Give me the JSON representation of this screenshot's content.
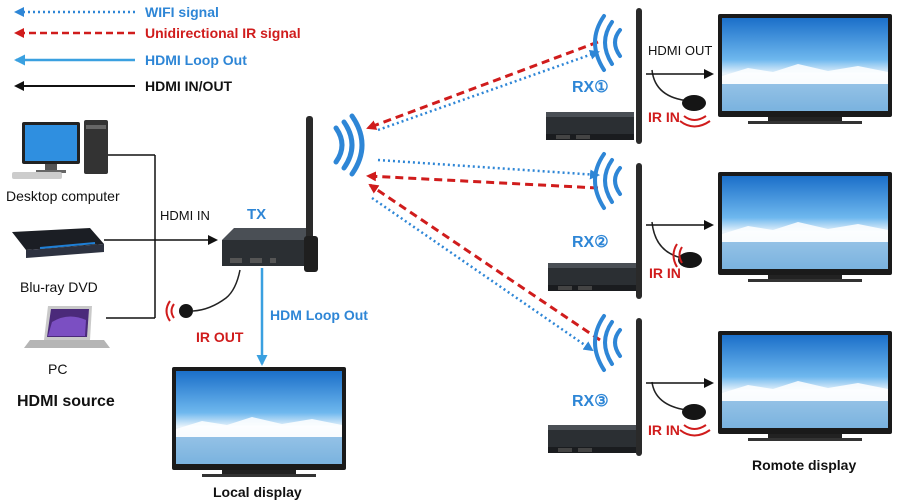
{
  "colors": {
    "wifi": "#2e86d6",
    "ir": "#d01c1c",
    "loop": "#3aa0e0",
    "hdmi": "#111111",
    "device_body": "#2b2f33",
    "screen_sky": "#2f8fe0"
  },
  "legend": {
    "wifi": "WIFI signal",
    "ir": "Unidirectional IR signal",
    "loop": "HDMI Loop Out",
    "hdmi": "HDMI IN/OUT"
  },
  "sources": {
    "desktop": "Desktop computer",
    "bluray": "Blu-ray DVD",
    "pc": "PC",
    "heading": "HDMI source"
  },
  "tx": {
    "label": "TX",
    "hdmi_in": "HDMI IN",
    "ir_out": "IR OUT",
    "loop_out": "HDM Loop Out",
    "local_display": "Local display"
  },
  "rx": [
    {
      "label": "RX①",
      "ir_in": "IR IN"
    },
    {
      "label": "RX②",
      "ir_in": "IR IN"
    },
    {
      "label": "RX③",
      "ir_in": "IR IN"
    }
  ],
  "hdmi_out": "HDMI OUT",
  "remote_display": "Romote display"
}
